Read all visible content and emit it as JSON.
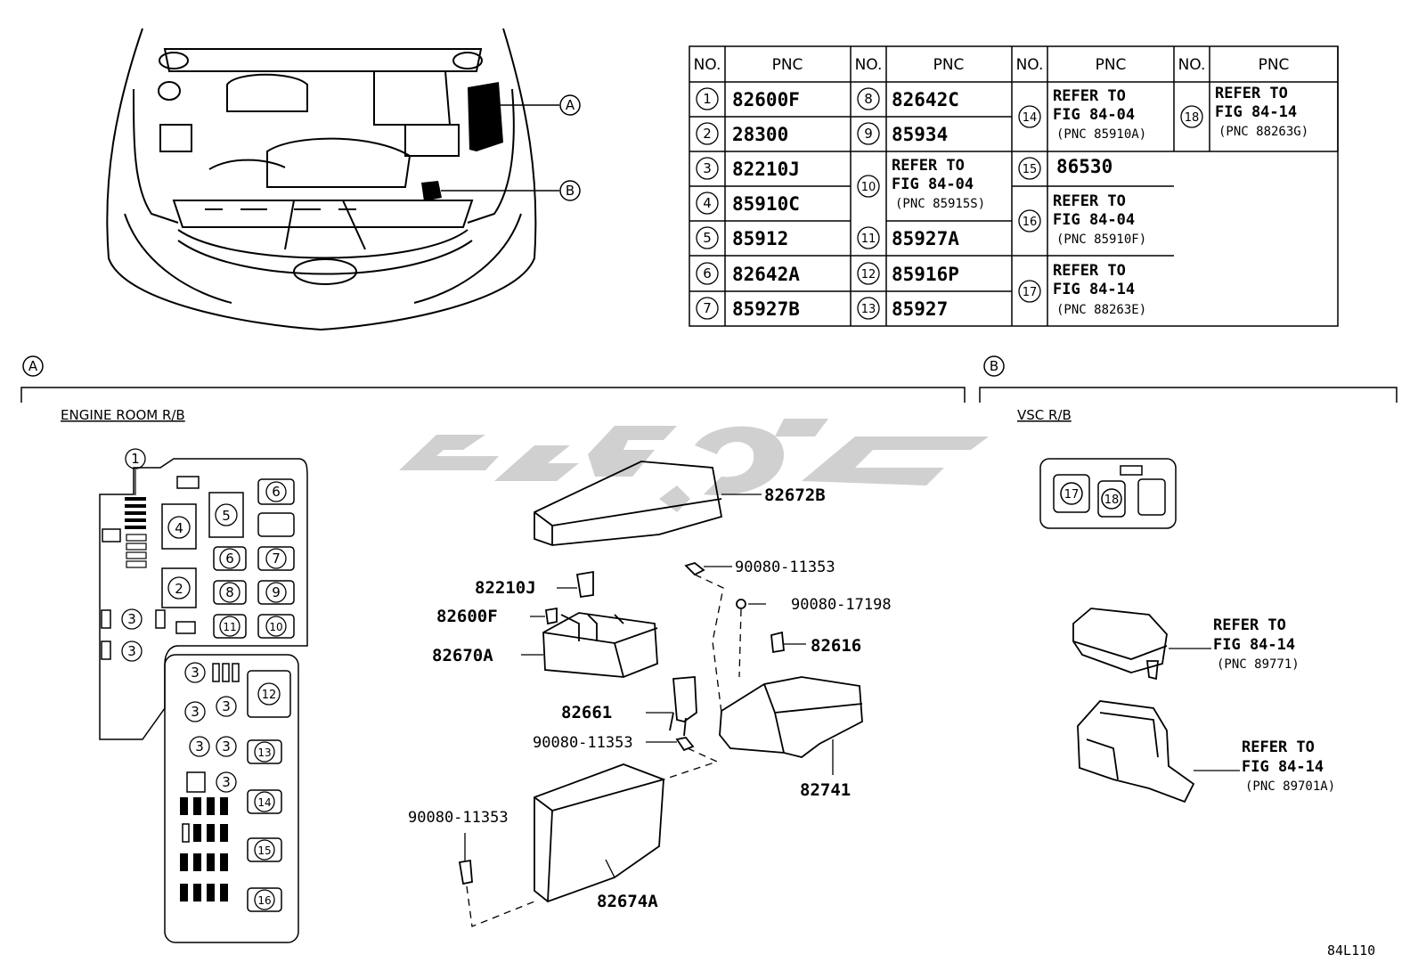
{
  "table": {
    "headers": {
      "no": "NO.",
      "pnc": "PNC"
    },
    "rows": [
      {
        "no": "1",
        "pnc": "82600F"
      },
      {
        "no": "2",
        "pnc": "28300"
      },
      {
        "no": "3",
        "pnc": "82210J"
      },
      {
        "no": "4",
        "pnc": "85910C"
      },
      {
        "no": "5",
        "pnc": "85912"
      },
      {
        "no": "6",
        "pnc": "82642A"
      },
      {
        "no": "7",
        "pnc": "85927B"
      },
      {
        "no": "8",
        "pnc": "82642C"
      },
      {
        "no": "9",
        "pnc": "85934"
      },
      {
        "no": "10",
        "ref1": "REFER TO",
        "ref2": "FIG 84-04",
        "ref3": "(PNC 85915S)"
      },
      {
        "no": "11",
        "pnc": "85927A"
      },
      {
        "no": "12",
        "pnc": "85916P"
      },
      {
        "no": "13",
        "pnc": "85927"
      },
      {
        "no": "14",
        "ref1": "REFER TO",
        "ref2": "FIG 84-04",
        "ref3": "(PNC 85910A)"
      },
      {
        "no": "15",
        "pnc": "86530"
      },
      {
        "no": "16",
        "ref1": "REFER TO",
        "ref2": "FIG 84-04",
        "ref3": "(PNC 85910F)"
      },
      {
        "no": "17",
        "ref1": "REFER TO",
        "ref2": "FIG 84-14",
        "ref3": "(PNC 88263E)"
      },
      {
        "no": "18",
        "ref1": "REFER TO",
        "ref2": "FIG 84-14",
        "ref3": "(PNC 88263G)"
      }
    ]
  },
  "callouts": {
    "a": "A",
    "b": "B"
  },
  "sections": {
    "engine_room": "ENGINE ROOM R/B",
    "vsc": "VSC R/B"
  },
  "relay_block_numbers": [
    "1",
    "4",
    "5",
    "6",
    "2",
    "6",
    "7",
    "8",
    "9",
    "3",
    "11",
    "10",
    "3",
    "3",
    "12",
    "3",
    "3",
    "3",
    "3",
    "13",
    "3",
    "14",
    "15",
    "16"
  ],
  "vsc_numbers": [
    "17",
    "18"
  ],
  "parts": {
    "p82672B": "82672B",
    "p9008011353_a": "90080-11353",
    "p82210J": "82210J",
    "p9008017198": "90080-17198",
    "p82600F": "82600F",
    "p82616": "82616",
    "p82670A": "82670A",
    "p82661": "82661",
    "p9008011353_b": "90080-11353",
    "p82741": "82741",
    "p9008011353_c": "90080-11353",
    "p82674A": "82674A"
  },
  "refs": {
    "r1": {
      "l1": "REFER TO",
      "l2": "FIG 84-14",
      "l3": "(PNC 89771)"
    },
    "r2": {
      "l1": "REFER TO",
      "l2": "FIG 84-14",
      "l3": "(PNC 89701A)"
    }
  },
  "figure_id": "84L110",
  "colors": {
    "line": "#000000",
    "watermark": "#d0d0d0",
    "background": "#ffffff"
  }
}
